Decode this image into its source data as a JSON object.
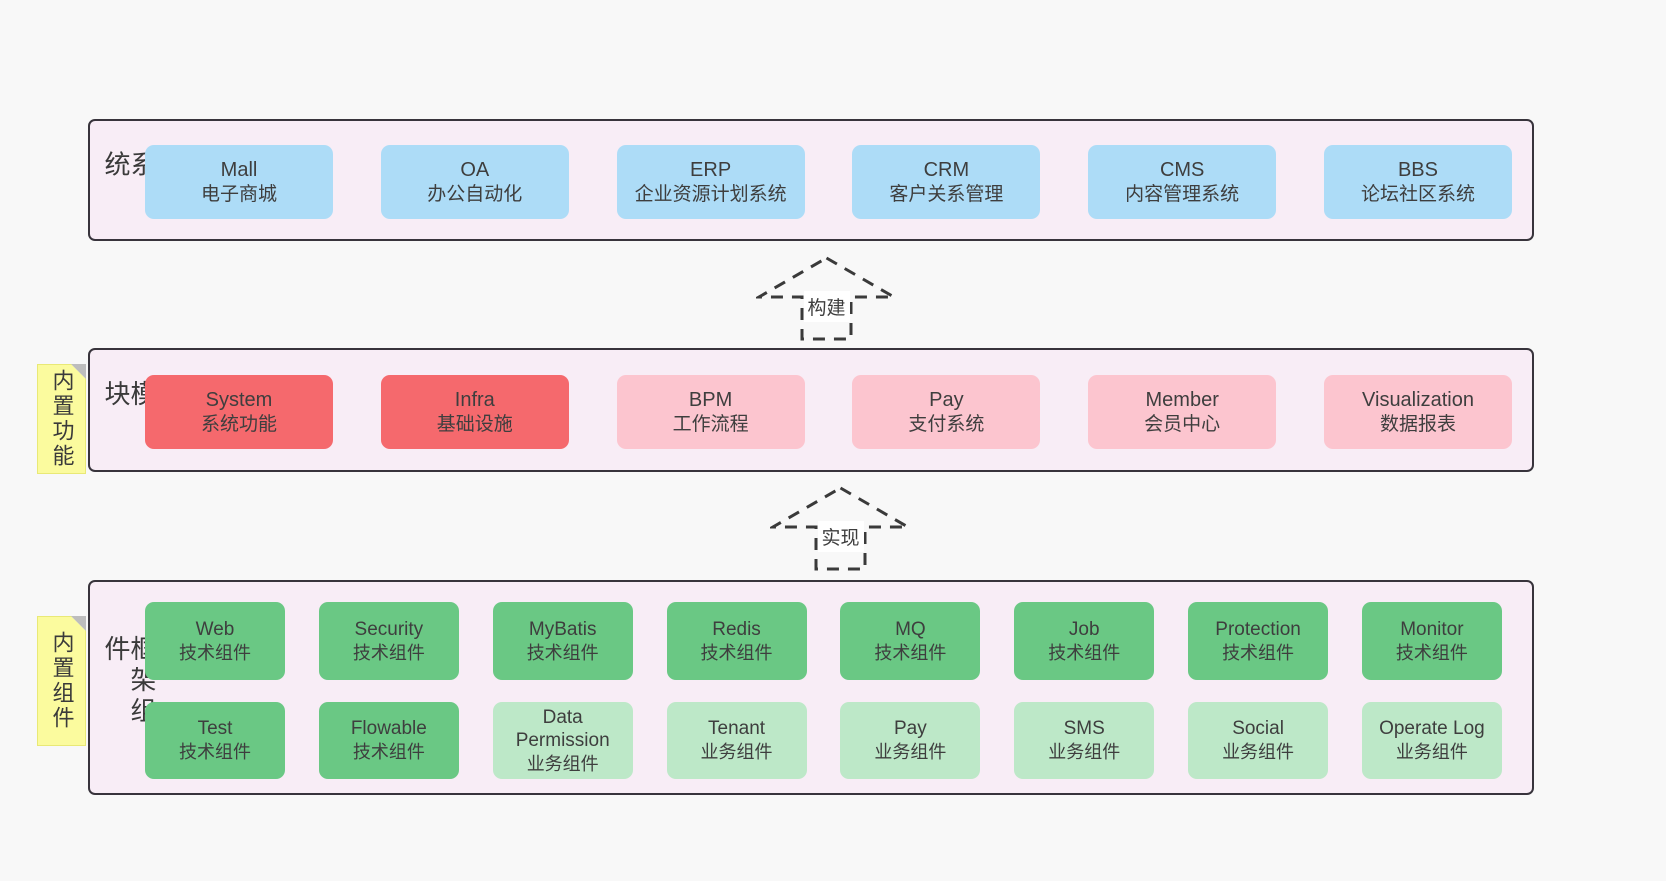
{
  "colors": {
    "page_bg": "#f8f8f8",
    "band_bg": "#f8edf6",
    "band_border": "#38343c",
    "note_bg": "#fbfb9e",
    "blue": "#addcf7",
    "red": "#f5696d",
    "pink": "#fcc5cf",
    "green": "#6ac884",
    "lightgreen": "#bde8c8"
  },
  "arrows": [
    {
      "label": "构建"
    },
    {
      "label": "实现"
    }
  ],
  "bands": {
    "business": {
      "label": "业务系统",
      "boxes": [
        {
          "name": "Mall",
          "sub": "电子商城",
          "type": "blue"
        },
        {
          "name": "OA",
          "sub": "办公自动化",
          "type": "blue"
        },
        {
          "name": "ERP",
          "sub": "企业资源计划系统",
          "type": "blue"
        },
        {
          "name": "CRM",
          "sub": "客户关系管理",
          "type": "blue"
        },
        {
          "name": "CMS",
          "sub": "内容管理系统",
          "type": "blue"
        },
        {
          "name": "BBS",
          "sub": "论坛社区系统",
          "type": "blue"
        }
      ]
    },
    "modules": {
      "label": "通用模块",
      "note": "内置功能",
      "boxes": [
        {
          "name": "System",
          "sub": "系统功能",
          "type": "red"
        },
        {
          "name": "Infra",
          "sub": "基础设施",
          "type": "red"
        },
        {
          "name": "BPM",
          "sub": "工作流程",
          "type": "pink"
        },
        {
          "name": "Pay",
          "sub": "支付系统",
          "type": "pink"
        },
        {
          "name": "Member",
          "sub": "会员中心",
          "type": "pink"
        },
        {
          "name": "Visualization",
          "sub": "数据报表",
          "type": "pink"
        }
      ]
    },
    "framework": {
      "label": "框架组件",
      "note": "内置组件",
      "row1": [
        {
          "name": "Web",
          "sub": "技术组件",
          "type": "green"
        },
        {
          "name": "Security",
          "sub": "技术组件",
          "type": "green"
        },
        {
          "name": "MyBatis",
          "sub": "技术组件",
          "type": "green"
        },
        {
          "name": "Redis",
          "sub": "技术组件",
          "type": "green"
        },
        {
          "name": "MQ",
          "sub": "技术组件",
          "type": "green"
        },
        {
          "name": "Job",
          "sub": "技术组件",
          "type": "green"
        },
        {
          "name": "Protection",
          "sub": "技术组件",
          "type": "green"
        },
        {
          "name": "Monitor",
          "sub": "技术组件",
          "type": "green"
        }
      ],
      "row2": [
        {
          "name": "Test",
          "sub": "技术组件",
          "type": "green"
        },
        {
          "name": "Flowable",
          "sub": "技术组件",
          "type": "green"
        },
        {
          "name": "Data Permission",
          "sub": "业务组件",
          "type": "lightgreen"
        },
        {
          "name": "Tenant",
          "sub": "业务组件",
          "type": "lightgreen"
        },
        {
          "name": "Pay",
          "sub": "业务组件",
          "type": "lightgreen"
        },
        {
          "name": "SMS",
          "sub": "业务组件",
          "type": "lightgreen"
        },
        {
          "name": "Social",
          "sub": "业务组件",
          "type": "lightgreen"
        },
        {
          "name": "Operate Log",
          "sub": "业务组件",
          "type": "lightgreen"
        }
      ]
    }
  }
}
